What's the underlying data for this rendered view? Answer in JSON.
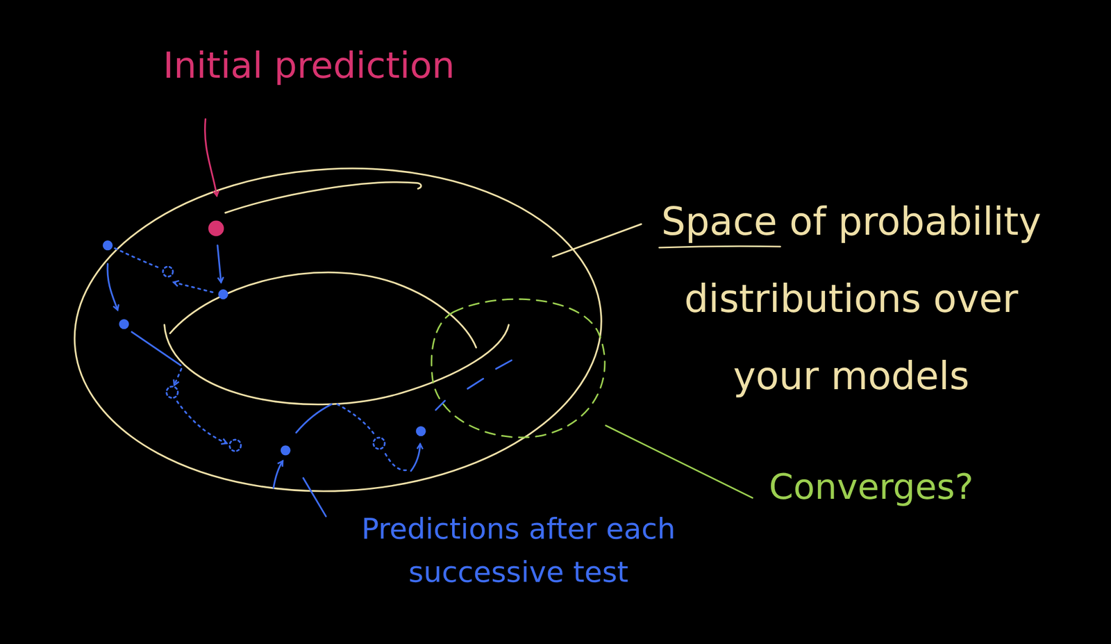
{
  "diagram": {
    "labels": [
      "Initial prediction",
      "Space of probability distributions over your models",
      "Predictions after each successive test",
      "Converges?"
    ]
  }
}
